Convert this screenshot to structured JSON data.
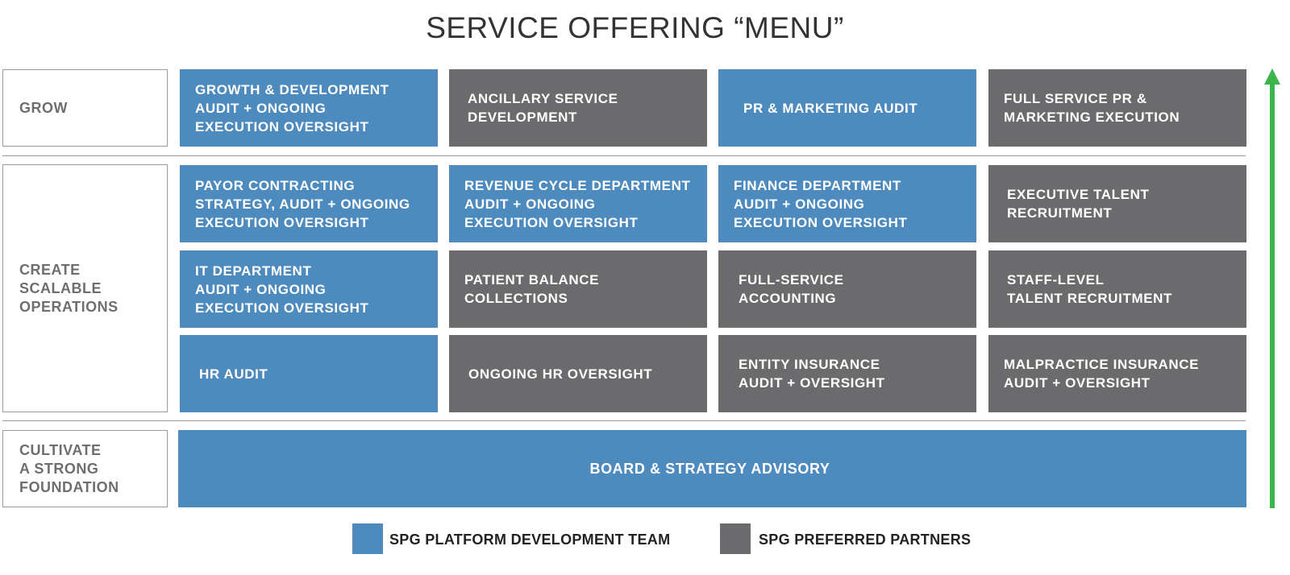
{
  "title": "SERVICE OFFERING “MENU”",
  "colors": {
    "platform_team": "#4d8bbf",
    "preferred_partners": "#6b6b6d",
    "arrow": "#3bb54a"
  },
  "rows": {
    "grow": "GROW",
    "scalable": "CREATE\nSCALABLE\nOPERATIONS",
    "foundation": "CULTIVATE\nA STRONG\nFOUNDATION"
  },
  "cells": {
    "growth_dev": "GROWTH & DEVELOPMENT\nAUDIT + ONGOING\nEXECUTION OVERSIGHT",
    "ancillary": "ANCILLARY SERVICE\nDEVELOPMENT",
    "pr_audit": "PR & MARKETING AUDIT",
    "pr_exec": "FULL SERVICE PR &\nMARKETING EXECUTION",
    "payor": "PAYOR CONTRACTING\nSTRATEGY, AUDIT + ONGOING\nEXECUTION OVERSIGHT",
    "revenue": "REVENUE CYCLE DEPARTMENT\nAUDIT + ONGOING\nEXECUTION OVERSIGHT",
    "finance": "FINANCE DEPARTMENT\nAUDIT + ONGOING\nEXECUTION OVERSIGHT",
    "exec_talent": "EXECUTIVE TALENT\nRECRUITMENT",
    "it_dept": "IT DEPARTMENT\nAUDIT + ONGOING\nEXECUTION OVERSIGHT",
    "patient_balance": "PATIENT BALANCE\nCOLLECTIONS",
    "accounting": "FULL-SERVICE\nACCOUNTING",
    "staff_talent": "STAFF-LEVEL\nTALENT RECRUITMENT",
    "hr_audit": "HR AUDIT",
    "hr_oversight": "ONGOING HR OVERSIGHT",
    "entity_insurance": "ENTITY INSURANCE\nAUDIT + OVERSIGHT",
    "malpractice": "MALPRACTICE INSURANCE\nAUDIT + OVERSIGHT",
    "board": "BOARD & STRATEGY ADVISORY"
  },
  "legend": {
    "platform_team": "SPG PLATFORM DEVELOPMENT TEAM",
    "preferred_partners": "SPG PREFERRED PARTNERS"
  }
}
